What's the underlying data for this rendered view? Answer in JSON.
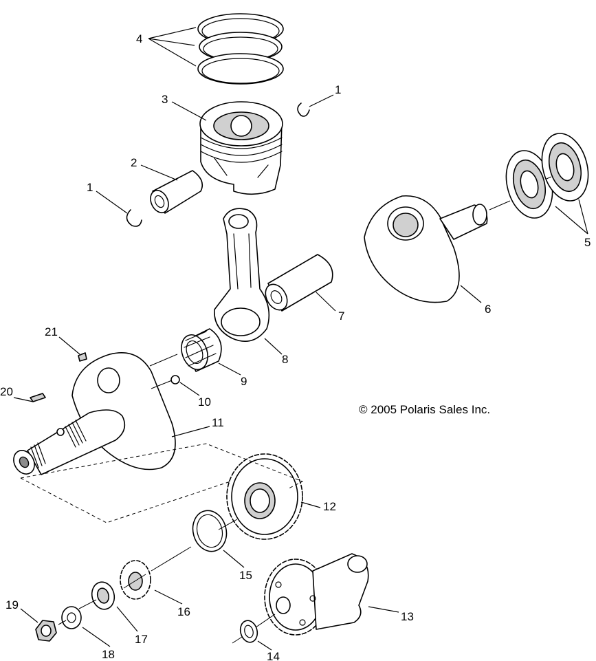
{
  "copyright": "© 2005 Polaris Sales Inc.",
  "callouts": {
    "c1a": "1",
    "c1b": "1",
    "c2": "2",
    "c3": "3",
    "c4": "4",
    "c5": "5",
    "c6": "6",
    "c7": "7",
    "c8": "8",
    "c9": "9",
    "c10": "10",
    "c11": "11",
    "c12": "12",
    "c13": "13",
    "c14": "14",
    "c15": "15",
    "c16": "16",
    "c17": "17",
    "c18": "18",
    "c19": "19",
    "c20": "20",
    "c21": "21"
  },
  "colors": {
    "line": "#000000",
    "shade": "#d0d0d0",
    "background": "#ffffff"
  }
}
